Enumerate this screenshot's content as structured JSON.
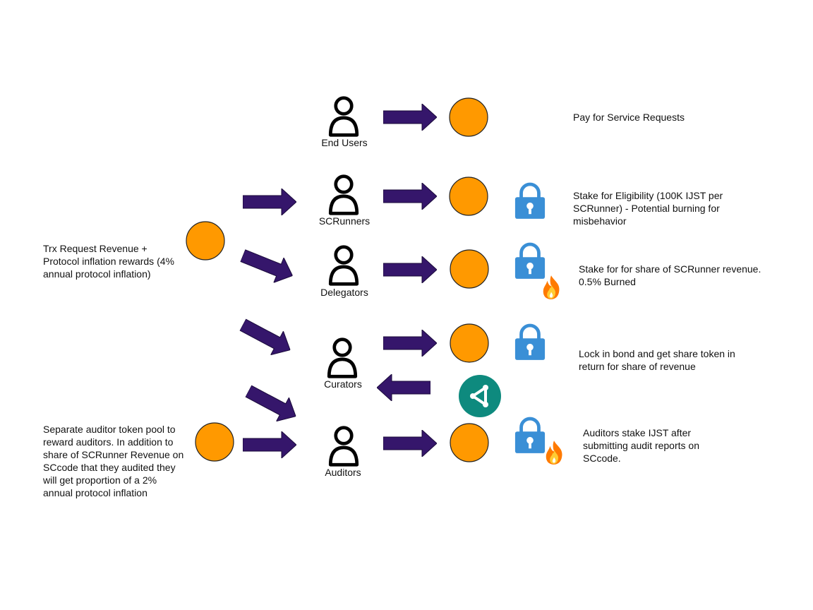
{
  "colors": {
    "arrow": "#35166b",
    "token": "#ff9900",
    "token_stroke": "#222222",
    "person": "#000000",
    "lock": "#3a8fd6",
    "flame": "#ff7a00",
    "share_icon": "#0e8a7e"
  },
  "roles": [
    {
      "id": "end-users",
      "label": "End Users",
      "has_lock": false,
      "has_flame": false,
      "description": "Pay for Service Requests"
    },
    {
      "id": "scrunners",
      "label": "SCRunners",
      "has_lock": true,
      "has_flame": false,
      "description": "Stake for Eligibility (100K IJST per SCRunner) - Potential burning for misbehavior"
    },
    {
      "id": "delegators",
      "label": "Delegators",
      "has_lock": true,
      "has_flame": true,
      "description": "Stake for for share of SCRunner revenue. 0.5% Burned"
    },
    {
      "id": "curators",
      "label": "Curators",
      "has_lock": true,
      "has_flame": false,
      "description": "Lock in bond and get share token in return for share of revenue"
    },
    {
      "id": "auditors",
      "label": "Auditors",
      "has_lock": true,
      "has_flame": true,
      "description": "Auditors stake IJST after submitting audit reports on SCcode."
    }
  ],
  "sources": {
    "rewards_pool": "Trx Request Revenue + Protocol inflation rewards (4% annual protocol inflation)",
    "auditor_pool": "Separate auditor token pool to reward auditors. In addition to share of SCRunner Revenue on SCcode that they audited they will get proportion of a 2% annual protocol inflation"
  },
  "icons": {
    "person": "person-icon",
    "token": "token-circle",
    "lock": "padlock-icon",
    "flame": "flame-icon",
    "share": "share-token-icon",
    "arrow": "flow-arrow"
  }
}
